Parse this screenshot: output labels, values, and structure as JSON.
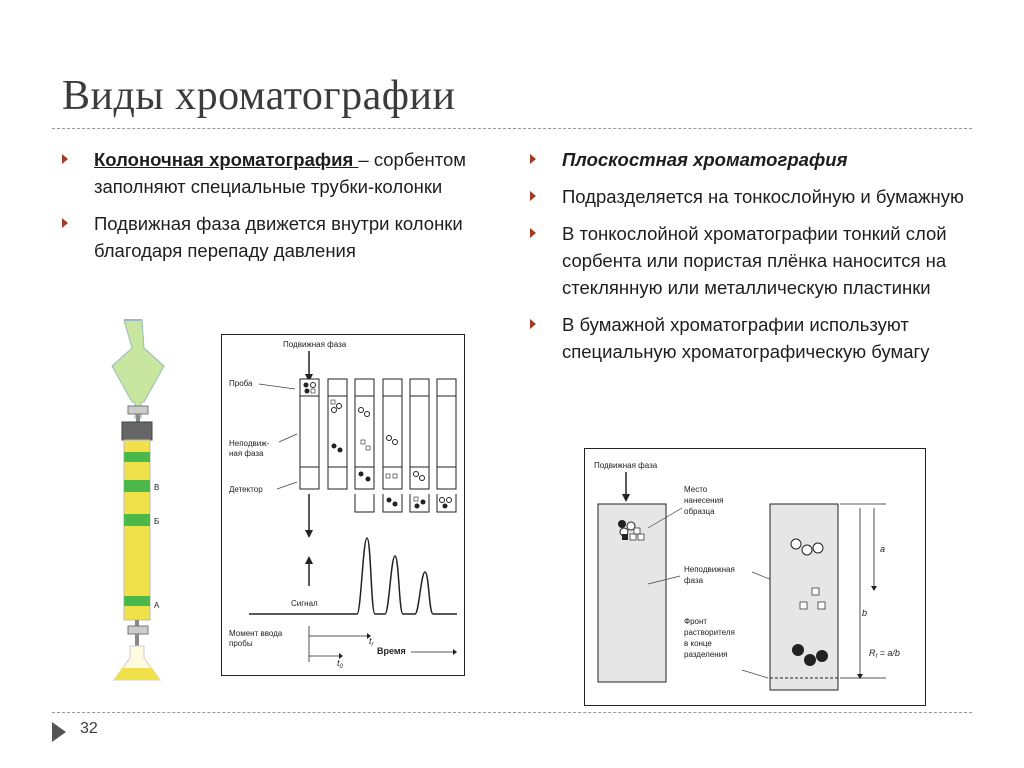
{
  "title": "Виды хроматографии",
  "left": {
    "b1_term": "Колоночная  хроматография ",
    "b1_dash": " –",
    "b1_rest": "сорбентом заполняют специальные трубки-колонки",
    "b2": "Подвижная фаза движется внутри колонки благодаря перепаду давления"
  },
  "right": {
    "b1": "Плоскостная хроматография",
    "b2": "Подразделяется на тонкослойную и бумажную",
    "b3": "В тонкослойной хроматографии тонкий слой сорбента или пористая плёнка наносится на стеклянную или металлическую пластинки",
    "b4": "В бумажной хроматографии используют специальную хроматографическую бумагу"
  },
  "column_fig": {
    "label_v": "В",
    "label_b": "Б",
    "label_a": "А"
  },
  "diagram1": {
    "mobile_phase": "Подвижная фаза",
    "sample": "Проба",
    "stationary_1": "Неподвиж-",
    "stationary_2": "ная фаза",
    "detector": "Детектор",
    "signal": "Сигнал",
    "injection_1": "Момент ввода",
    "injection_2": "пробы",
    "time": "Время",
    "tr": "t",
    "tr_sub": "r",
    "t0": "t",
    "t0_sub": "0"
  },
  "diagram2": {
    "mobile_phase": "Подвижная фаза",
    "app_1": "Место",
    "app_2": "нанесения",
    "app_3": "образца",
    "stat_1": "Неподвижная",
    "stat_2": "фаза",
    "front_1": "Фронт",
    "front_2": "растворителя",
    "front_3": "в конце",
    "front_4": "разделения",
    "a": "a",
    "b": "b",
    "rf_r": "R",
    "rf_sub": "f",
    "rf_eq": " = a/b"
  },
  "page_number": "32",
  "colors": {
    "bullet": "#a23b24",
    "column_yellow": "#f0e04a",
    "column_green": "#4db84a",
    "funnel": "#c8e6a0"
  }
}
